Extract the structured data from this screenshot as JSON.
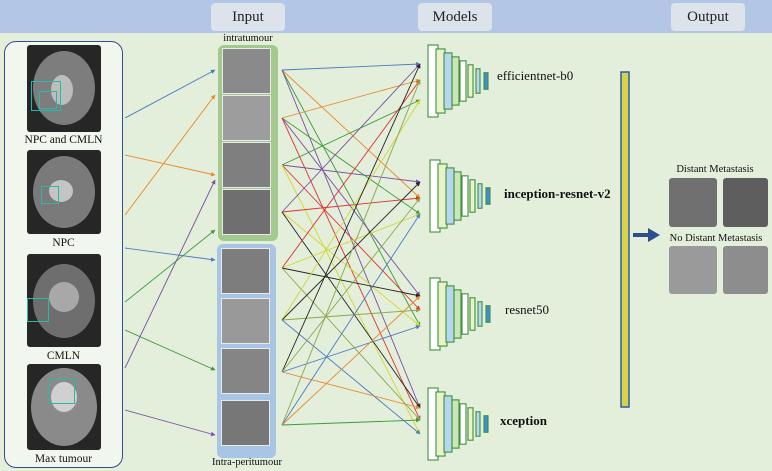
{
  "headers": {
    "input": "Input",
    "models": "Models",
    "output": "Output"
  },
  "left_panel": {
    "captions": [
      "NPC and CMLN",
      "NPC",
      "CMLN",
      "Max tumour"
    ]
  },
  "input_groups": {
    "intratumour": "intratumour",
    "intra_peritumour": "Intra-peritumour"
  },
  "models": [
    "efficientnet-b0",
    "inception-resnet-v2",
    "resnet50",
    "xception"
  ],
  "output": {
    "distant": "Distant Metastasis",
    "no_distant": "No Distant Metastasis"
  },
  "colors": {
    "header_bar": "#b3c6e5",
    "background": "#e3eedb",
    "intratumour_group": "#a4c98e",
    "intra_peritumour_group": "#a9c5e6",
    "result_arrow": "#2d4f8f",
    "connection_lines": [
      "#4a7bc2",
      "#e88a2c",
      "#3d9a3d",
      "#7b4ea3",
      "#e03030",
      "#d6d630",
      "#222222",
      "#8aa84a"
    ]
  }
}
